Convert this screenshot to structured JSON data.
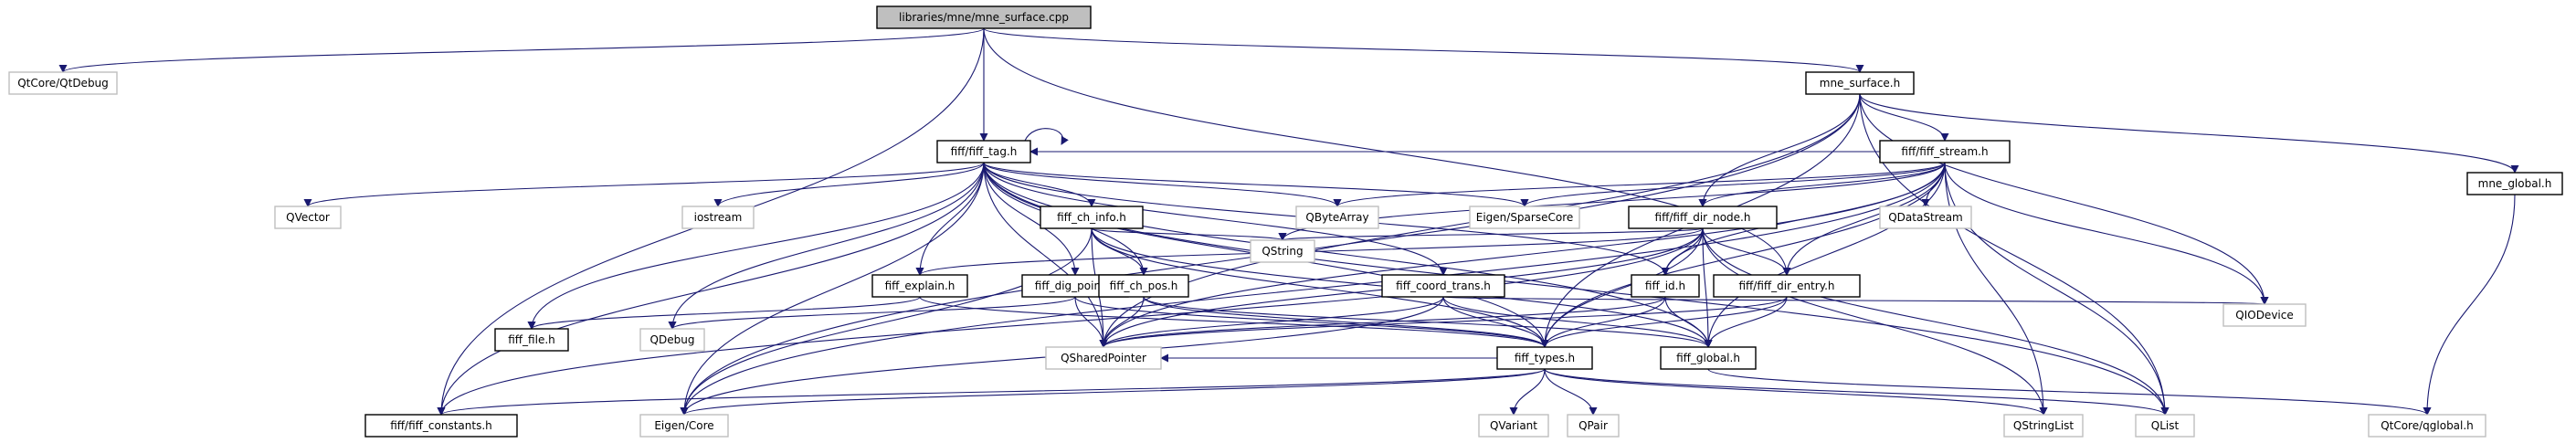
{
  "colors": {
    "background": "#ffffff",
    "edge": "#191970",
    "real_border": "#000000",
    "external_border": "#bfbfbf",
    "root_fill": "#bfbfbf"
  },
  "nodes": [
    {
      "id": "root",
      "label": "libraries/mne/mne_surface.cpp",
      "kind": "root"
    },
    {
      "id": "qtdebug",
      "label": "QtCore/QtDebug",
      "kind": "external"
    },
    {
      "id": "mne_surface_h",
      "label": "mne_surface.h",
      "kind": "real"
    },
    {
      "id": "fiff_tag_h",
      "label": "fiff/fiff_tag.h",
      "kind": "real"
    },
    {
      "id": "fiff_stream_h",
      "label": "fiff/fiff_stream.h",
      "kind": "real"
    },
    {
      "id": "mne_global_h",
      "label": "mne_global.h",
      "kind": "real"
    },
    {
      "id": "qvector",
      "label": "QVector",
      "kind": "external"
    },
    {
      "id": "iostream",
      "label": "iostream",
      "kind": "external"
    },
    {
      "id": "fiff_ch_info_h",
      "label": "fiff_ch_info.h",
      "kind": "real"
    },
    {
      "id": "qbytearray",
      "label": "QByteArray",
      "kind": "external"
    },
    {
      "id": "eigen_sparse",
      "label": "Eigen/SparseCore",
      "kind": "external"
    },
    {
      "id": "qdatastream",
      "label": "QDataStream",
      "kind": "external"
    },
    {
      "id": "fiff_dir_node_h",
      "label": "fiff/fiff_dir_node.h",
      "kind": "real"
    },
    {
      "id": "qstring",
      "label": "QString",
      "kind": "external"
    },
    {
      "id": "fiff_explain_h",
      "label": "fiff_explain.h",
      "kind": "real"
    },
    {
      "id": "fiff_dig_point_h",
      "label": "fiff_dig_point.h",
      "kind": "real"
    },
    {
      "id": "fiff_ch_pos_h",
      "label": "fiff_ch_pos.h",
      "kind": "real"
    },
    {
      "id": "fiff_coord_trans_h",
      "label": "fiff_coord_trans.h",
      "kind": "real"
    },
    {
      "id": "fiff_id_h",
      "label": "fiff_id.h",
      "kind": "real"
    },
    {
      "id": "fiff_dir_entry_h",
      "label": "fiff/fiff_dir_entry.h",
      "kind": "real"
    },
    {
      "id": "qiodevice",
      "label": "QIODevice",
      "kind": "external"
    },
    {
      "id": "fiff_file_h",
      "label": "fiff_file.h",
      "kind": "real"
    },
    {
      "id": "qdebug",
      "label": "QDebug",
      "kind": "external"
    },
    {
      "id": "qsharedpointer",
      "label": "QSharedPointer",
      "kind": "external"
    },
    {
      "id": "fiff_types_h",
      "label": "fiff_types.h",
      "kind": "real"
    },
    {
      "id": "fiff_global_h",
      "label": "fiff_global.h",
      "kind": "real"
    },
    {
      "id": "fiff_constants_h",
      "label": "fiff/fiff_constants.h",
      "kind": "real"
    },
    {
      "id": "eigen_core",
      "label": "Eigen/Core",
      "kind": "external"
    },
    {
      "id": "qvariant",
      "label": "QVariant",
      "kind": "external"
    },
    {
      "id": "qpair",
      "label": "QPair",
      "kind": "external"
    },
    {
      "id": "qstringlist",
      "label": "QStringList",
      "kind": "external"
    },
    {
      "id": "qlist",
      "label": "QList",
      "kind": "external"
    },
    {
      "id": "qglobal",
      "label": "QtCore/qglobal.h",
      "kind": "external"
    }
  ],
  "edges": [
    [
      "root",
      "qtdebug"
    ],
    [
      "root",
      "mne_surface_h"
    ],
    [
      "root",
      "fiff_tag_h"
    ],
    [
      "root",
      "fiff_constants_h"
    ],
    [
      "root",
      "fiff_dir_entry_h"
    ],
    [
      "mne_surface_h",
      "fiff_stream_h"
    ],
    [
      "mne_surface_h",
      "mne_global_h"
    ],
    [
      "mne_surface_h",
      "fiff_dir_node_h"
    ],
    [
      "mne_surface_h",
      "qiodevice"
    ],
    [
      "mne_surface_h",
      "qsharedpointer"
    ],
    [
      "mne_surface_h",
      "eigen_core"
    ],
    [
      "mne_surface_h",
      "fiff_types_h"
    ],
    [
      "mne_surface_h",
      "qlist"
    ],
    [
      "mne_global_h",
      "qglobal"
    ],
    [
      "fiff_tag_h",
      "fiff_tag_h"
    ],
    [
      "fiff_tag_h",
      "qvector"
    ],
    [
      "fiff_tag_h",
      "iostream"
    ],
    [
      "fiff_tag_h",
      "fiff_ch_info_h"
    ],
    [
      "fiff_tag_h",
      "qbytearray"
    ],
    [
      "fiff_tag_h",
      "eigen_sparse"
    ],
    [
      "fiff_tag_h",
      "fiff_file_h"
    ],
    [
      "fiff_tag_h",
      "qdebug"
    ],
    [
      "fiff_tag_h",
      "qsharedpointer"
    ],
    [
      "fiff_tag_h",
      "fiff_constants_h"
    ],
    [
      "fiff_tag_h",
      "eigen_core"
    ],
    [
      "fiff_tag_h",
      "fiff_explain_h"
    ],
    [
      "fiff_tag_h",
      "fiff_dig_point_h"
    ],
    [
      "fiff_tag_h",
      "fiff_ch_pos_h"
    ],
    [
      "fiff_tag_h",
      "fiff_coord_trans_h"
    ],
    [
      "fiff_tag_h",
      "fiff_id_h"
    ],
    [
      "fiff_tag_h",
      "fiff_types_h"
    ],
    [
      "fiff_tag_h",
      "fiff_global_h"
    ],
    [
      "fiff_tag_h",
      "qlist"
    ],
    [
      "fiff_stream_h",
      "fiff_tag_h"
    ],
    [
      "fiff_stream_h",
      "fiff_dir_node_h"
    ],
    [
      "fiff_stream_h",
      "qbytearray"
    ],
    [
      "fiff_stream_h",
      "eigen_sparse"
    ],
    [
      "fiff_stream_h",
      "qdatastream"
    ],
    [
      "fiff_stream_h",
      "qiodevice"
    ],
    [
      "fiff_stream_h",
      "qlist"
    ],
    [
      "fiff_stream_h",
      "qstringlist"
    ],
    [
      "fiff_stream_h",
      "fiff_global_h"
    ],
    [
      "fiff_stream_h",
      "fiff_types_h"
    ],
    [
      "fiff_stream_h",
      "fiff_id_h"
    ],
    [
      "fiff_stream_h",
      "fiff_dir_entry_h"
    ],
    [
      "fiff_stream_h",
      "qstring"
    ],
    [
      "fiff_stream_h",
      "qsharedpointer"
    ],
    [
      "fiff_stream_h",
      "eigen_core"
    ],
    [
      "fiff_dir_node_h",
      "fiff_id_h"
    ],
    [
      "fiff_dir_node_h",
      "fiff_dir_entry_h"
    ],
    [
      "fiff_dir_node_h",
      "fiff_types_h"
    ],
    [
      "fiff_dir_node_h",
      "fiff_global_h"
    ],
    [
      "fiff_dir_node_h",
      "qsharedpointer"
    ],
    [
      "fiff_dir_node_h",
      "qstringlist"
    ],
    [
      "fiff_dir_node_h",
      "qlist"
    ],
    [
      "fiff_dir_node_h",
      "fiff_constants_h"
    ],
    [
      "fiff_dir_node_h",
      "qstring"
    ],
    [
      "fiff_dir_node_h",
      "fiff_explain_h"
    ],
    [
      "fiff_ch_info_h",
      "fiff_ch_pos_h"
    ],
    [
      "fiff_ch_info_h",
      "qstring"
    ],
    [
      "fiff_ch_info_h",
      "qsharedpointer"
    ],
    [
      "fiff_ch_info_h",
      "fiff_types_h"
    ],
    [
      "fiff_ch_info_h",
      "fiff_global_h"
    ],
    [
      "fiff_ch_info_h",
      "eigen_core"
    ],
    [
      "fiff_explain_h",
      "fiff_types_h"
    ],
    [
      "fiff_explain_h",
      "fiff_file_h"
    ],
    [
      "fiff_dig_point_h",
      "qdebug"
    ],
    [
      "fiff_dig_point_h",
      "qsharedpointer"
    ],
    [
      "fiff_dig_point_h",
      "fiff_types_h"
    ],
    [
      "fiff_ch_pos_h",
      "fiff_types_h"
    ],
    [
      "fiff_ch_pos_h",
      "fiff_global_h"
    ],
    [
      "fiff_ch_pos_h",
      "qsharedpointer"
    ],
    [
      "fiff_coord_trans_h",
      "fiff_types_h"
    ],
    [
      "fiff_coord_trans_h",
      "fiff_global_h"
    ],
    [
      "fiff_coord_trans_h",
      "eigen_core"
    ],
    [
      "fiff_coord_trans_h",
      "qsharedpointer"
    ],
    [
      "fiff_coord_trans_h",
      "qiodevice"
    ],
    [
      "fiff_id_h",
      "fiff_types_h"
    ],
    [
      "fiff_id_h",
      "fiff_global_h"
    ],
    [
      "fiff_id_h",
      "qsharedpointer"
    ],
    [
      "fiff_dir_entry_h",
      "fiff_types_h"
    ],
    [
      "fiff_dir_entry_h",
      "fiff_global_h"
    ],
    [
      "fiff_dir_entry_h",
      "qsharedpointer"
    ],
    [
      "fiff_types_h",
      "fiff_constants_h"
    ],
    [
      "fiff_types_h",
      "eigen_core"
    ],
    [
      "fiff_types_h",
      "qvariant"
    ],
    [
      "fiff_types_h",
      "qpair"
    ],
    [
      "fiff_types_h",
      "qstringlist"
    ],
    [
      "fiff_types_h",
      "qlist"
    ],
    [
      "fiff_types_h",
      "qsharedpointer"
    ],
    [
      "fiff_global_h",
      "qglobal"
    ]
  ]
}
